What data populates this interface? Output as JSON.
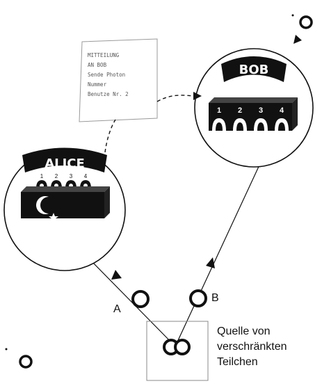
{
  "alice": {
    "label": "ALICE",
    "detectors": [
      "1",
      "2",
      "3",
      "4"
    ]
  },
  "bob": {
    "label": "BOB",
    "detectors": [
      "1",
      "2",
      "3",
      "4"
    ]
  },
  "particles": {
    "a_label": "A",
    "b_label": "B"
  },
  "source": {
    "line1": "Quelle von",
    "line2": "verschränkten",
    "line3": "Teilchen"
  },
  "message_note": {
    "lines": [
      "MITTEILUNG",
      "AN BOB",
      "Sende Photon",
      "Nummer",
      "Benutze Nr. 2"
    ]
  },
  "colors": {
    "ink": "#111111",
    "note_ink": "#555555",
    "background": "#ffffff"
  }
}
